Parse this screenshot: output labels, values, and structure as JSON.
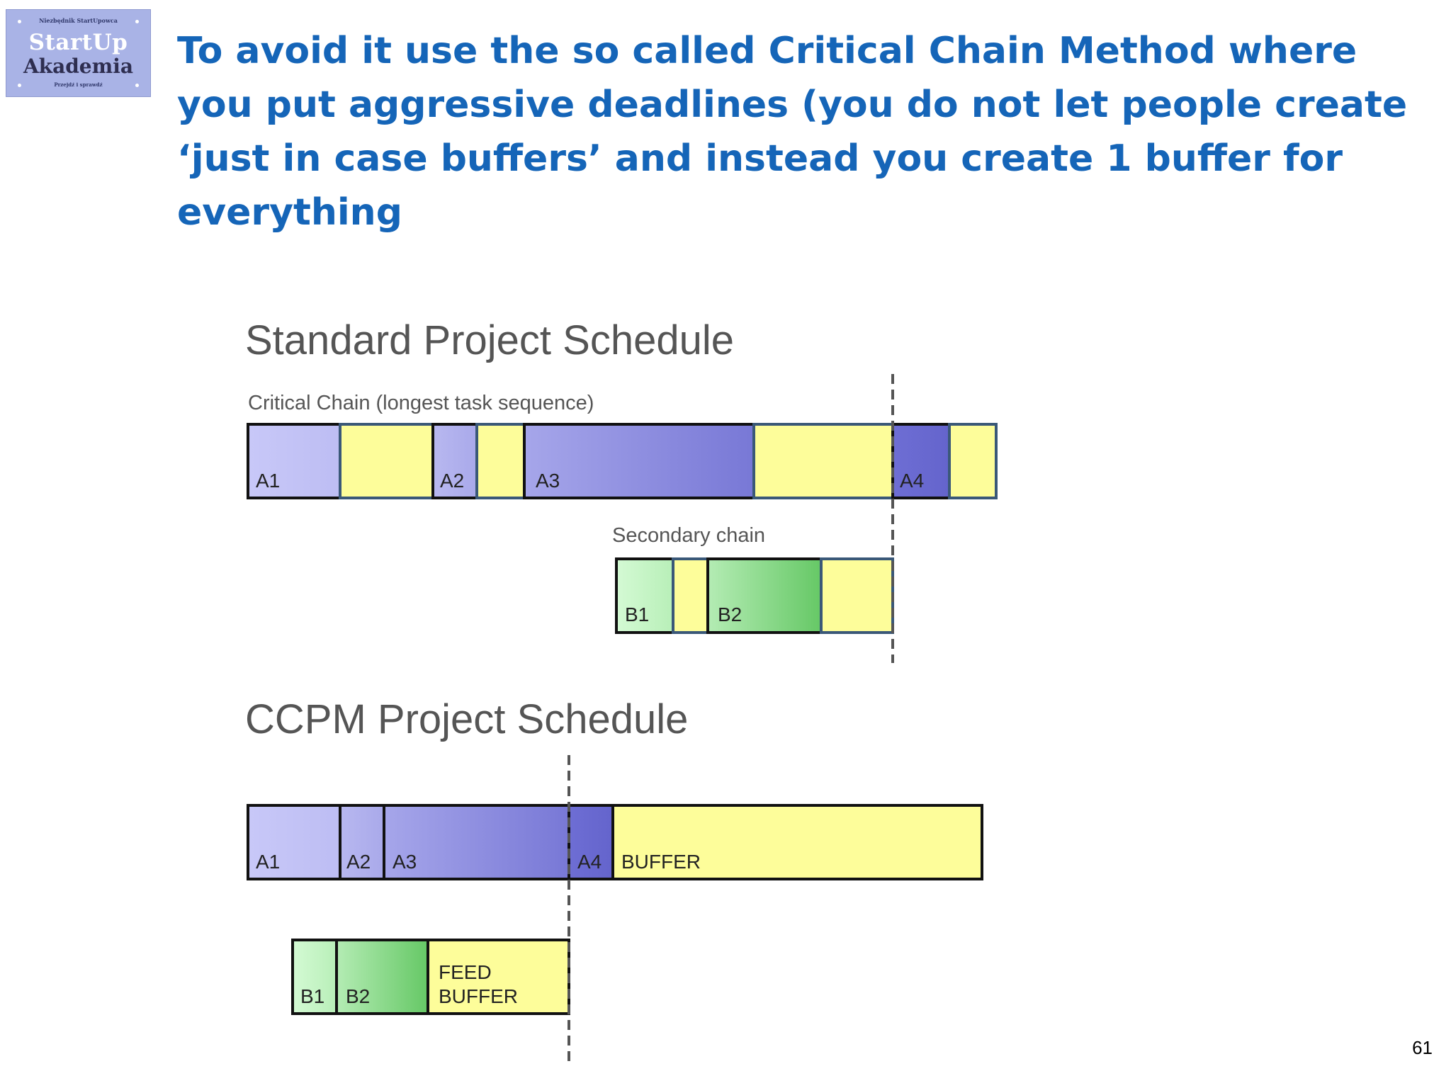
{
  "logo": {
    "top_text": "Niezbędnik StartUpowca",
    "line1": "StartUp",
    "line2": "Akademia",
    "bottom_text": "Przejdź i sprawdź"
  },
  "headline": "To avoid it use the so called Critical Chain Method where you put aggressive deadlines (you do not let people create ‘just in case buffers’ and instead you create 1 buffer for everything",
  "diagram": {
    "standard": {
      "title": "Standard Project Schedule",
      "critical_label": "Critical Chain (longest task sequence)",
      "secondary_label": "Secondary chain",
      "tasks": [
        "A1",
        "A2",
        "A3",
        "A4"
      ],
      "secondary_tasks": [
        "B1",
        "B2"
      ]
    },
    "ccpm": {
      "title": "CCPM Project Schedule",
      "tasks": [
        "A1",
        "A2",
        "A3",
        "A4"
      ],
      "buffer": "BUFFER",
      "secondary_tasks": [
        "B1",
        "B2"
      ],
      "feed_buffer_line1": "FEED",
      "feed_buffer_line2": "BUFFER"
    },
    "colors": {
      "a_task": "#c4c4f6",
      "a_task_dark": "#6a6ad2",
      "b_task": "#ccf7cc",
      "b_task_dark": "#66c866",
      "buffer": "#fdfd9a",
      "buffer_border": "#3a5878"
    }
  },
  "page_number": "61"
}
